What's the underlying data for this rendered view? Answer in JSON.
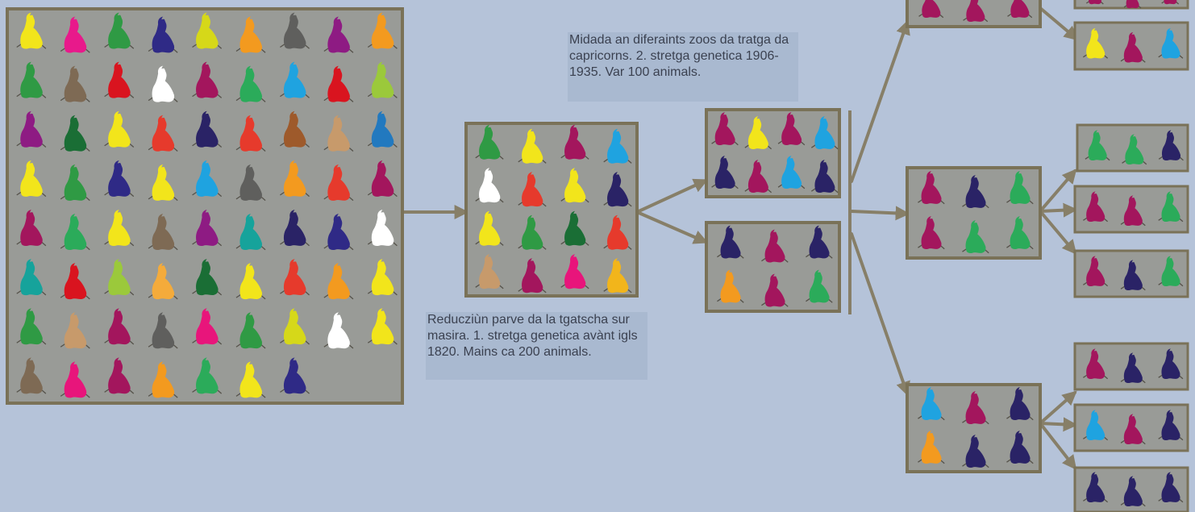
{
  "captions": {
    "first_bottleneck": "Reducziùn parve da la tgatscha sur masira. 1. stretga genetica avànt igls 1820. Mains ca 200 animals.",
    "second_bottleneck": "Midada an diferaints zoos da tratga da capricorns. 2. stretga genetica 1906-1935. Var 100 animals."
  },
  "colors": {
    "background": "#b5c3d9",
    "box_fill": "#999b97",
    "box_border": "#7a7258",
    "arrow": "#877f68",
    "ground_line": "#55524a",
    "caption_bg": "#a9b9d0"
  },
  "ibex_colors": {
    "yellow": "#f2e51b",
    "magenta": "#e8198b",
    "green": "#2f9a44",
    "indigo": "#2f2a86",
    "lime": "#d6d819",
    "orange": "#f39a1f",
    "gray": "#5f5f5d",
    "purple": "#8e1b83",
    "red": "#e63a2c",
    "brown": "#7e6a54",
    "crimson": "#d9141f",
    "white": "#ffffff",
    "cranberry": "#a3165d",
    "sea-green": "#2bab5a",
    "sky": "#1fa3e0",
    "yellow-green": "#9bc93b",
    "tan": "#c79a6b",
    "violet": "#7a2a8e",
    "dark-green": "#1a6e35",
    "cerulean": "#2279bf",
    "teal": "#16a39b",
    "rust": "#9e5a2b",
    "navy": "#2a2366",
    "tomato": "#e84e2b",
    "light-orange": "#f4ab3b",
    "pink": "#e8157b",
    "golden": "#f2b51b"
  },
  "populations": {
    "original": [
      "yellow",
      "magenta",
      "green",
      "indigo",
      "lime",
      "orange",
      "gray",
      "purple",
      "orange",
      "green",
      "brown",
      "crimson",
      "white",
      "cranberry",
      "sea-green",
      "sky",
      "crimson",
      "yellow-green",
      "purple",
      "dark-green",
      "yellow",
      "red",
      "navy",
      "red",
      "rust",
      "tan",
      "cerulean",
      "yellow",
      "green",
      "indigo",
      "yellow",
      "sky",
      "gray",
      "orange",
      "red",
      "cranberry",
      "cranberry",
      "sea-green",
      "yellow",
      "brown",
      "purple",
      "teal",
      "navy",
      "indigo",
      "white",
      "teal",
      "crimson",
      "yellow-green",
      "light-orange",
      "dark-green",
      "yellow",
      "red",
      "orange",
      "yellow",
      "green",
      "tan",
      "cranberry",
      "gray",
      "pink",
      "green",
      "lime",
      "white",
      "yellow",
      "brown",
      "pink",
      "cranberry",
      "orange",
      "sea-green",
      "yellow",
      "indigo"
    ],
    "stage1": [
      "green",
      "yellow",
      "cranberry",
      "sky",
      "white",
      "red",
      "yellow",
      "navy",
      "yellow",
      "green",
      "dark-green",
      "red",
      "tan",
      "cranberry",
      "pink",
      "golden"
    ],
    "stage2_top": [
      "cranberry",
      "yellow",
      "cranberry",
      "sky",
      "navy",
      "cranberry",
      "sky",
      "navy"
    ],
    "stage2_bottom": [
      "navy",
      "cranberry",
      "navy",
      "orange",
      "cranberry",
      "sea-green"
    ],
    "zoo_top": [
      "cranberry",
      "cranberry",
      "cranberry"
    ],
    "zoo_middle": [
      "cranberry",
      "navy",
      "sea-green",
      "cranberry",
      "sea-green",
      "sea-green"
    ],
    "zoo_bottom": [
      "sky",
      "cranberry",
      "navy",
      "orange",
      "navy",
      "navy"
    ],
    "outlet_top_1": [
      "cranberry",
      "cranberry",
      "cranberry"
    ],
    "outlet_top_2": [
      "yellow",
      "cranberry",
      "sky"
    ],
    "outlet_middle_1": [
      "sea-green",
      "sea-green",
      "navy"
    ],
    "outlet_middle_2": [
      "cranberry",
      "cranberry",
      "sea-green"
    ],
    "outlet_middle_3": [
      "cranberry",
      "navy",
      "sea-green"
    ],
    "outlet_bottom_1": [
      "cranberry",
      "navy",
      "navy"
    ],
    "outlet_bottom_2": [
      "sky",
      "cranberry",
      "navy"
    ],
    "outlet_bottom_3": [
      "navy",
      "navy",
      "navy"
    ]
  }
}
